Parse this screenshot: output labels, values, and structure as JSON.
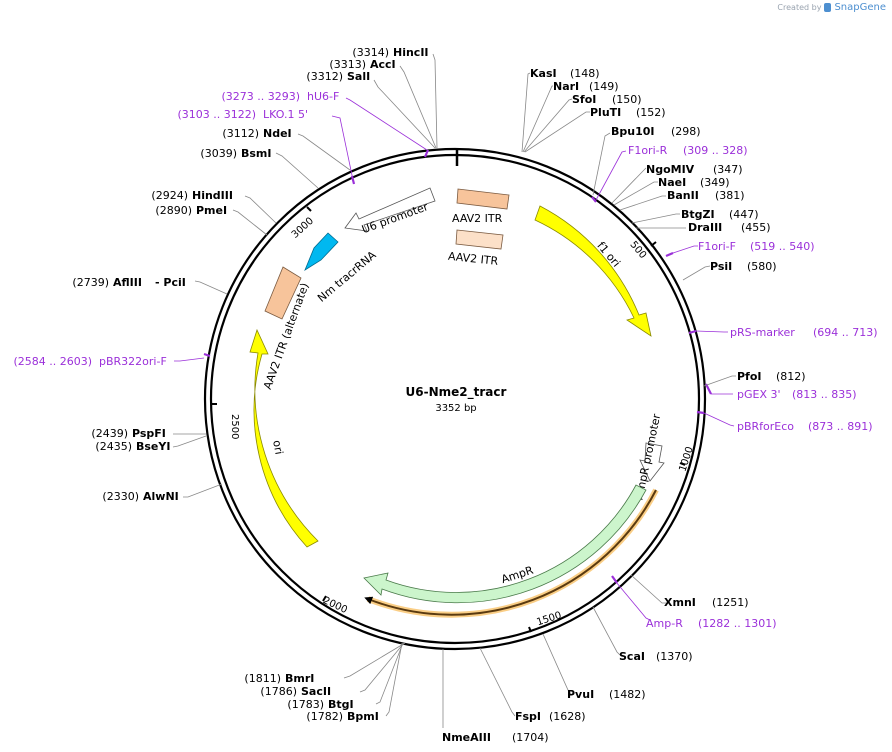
{
  "credit": {
    "created_by": "Created by",
    "brand": "SnapGene"
  },
  "plasmid": {
    "name": "U6-Nme2_tracr",
    "length": "3352 bp",
    "size_bp": 3352
  },
  "ticks": [
    "500",
    "1000",
    "1500",
    "2000",
    "2500",
    "3000"
  ],
  "features": [
    {
      "label": "AAV2 ITR",
      "start": 1,
      "end": 141,
      "type": "repeat",
      "color": "#f7c49b"
    },
    {
      "label": "AAV2 ITR",
      "start": 1,
      "end": 130,
      "type": "repeat",
      "color": "#fce0c8"
    },
    {
      "label": "f1 ori",
      "start": 200,
      "end": 655,
      "type": "rep_origin",
      "color": "#ffff00"
    },
    {
      "label": "AmpR promoter",
      "start": 937,
      "end": 1041,
      "type": "promoter",
      "color": "#ffffff"
    },
    {
      "label": "AmpR",
      "start": 1042,
      "end": 1902,
      "type": "cds",
      "color": "#ccf5cc"
    },
    {
      "label": "ori",
      "start": 2073,
      "end": 2661,
      "type": "rep_origin",
      "color": "#ffff00"
    },
    {
      "label": "AAV2 ITR (alternate)",
      "start": 2712,
      "end": 2852,
      "type": "repeat",
      "color": "#f7c49b"
    },
    {
      "label": "Nm tracrRNA",
      "start": 2991,
      "end": 3090,
      "type": "misc_rna",
      "color": "#00b8f0"
    },
    {
      "label": "U6 promoter",
      "start": 3102,
      "end": 3342,
      "type": "promoter",
      "color": "#ffffff"
    }
  ],
  "sites": [
    {
      "name": "HincII",
      "pos": "(3314)"
    },
    {
      "name": "AccI",
      "pos": "(3313)"
    },
    {
      "name": "SalI",
      "pos": "(3312)"
    },
    {
      "name": "hU6-F",
      "pos": "(3273 .. 3293)",
      "primer": true
    },
    {
      "name": "LKO.1 5'",
      "pos": "(3103 .. 3122)",
      "primer": true
    },
    {
      "name": "NdeI",
      "pos": "(3112)"
    },
    {
      "name": "BsmI",
      "pos": "(3039)"
    },
    {
      "name": "HindIII",
      "pos": "(2924)"
    },
    {
      "name": "PmeI",
      "pos": "(2890)"
    },
    {
      "name": "AflIII",
      "pos": "(2739)",
      "suffix": "- PciI"
    },
    {
      "name": "pBR322ori-F",
      "pos": "(2584 .. 2603)",
      "primer": true
    },
    {
      "name": "PspFI",
      "pos": "(2439)"
    },
    {
      "name": "BseYI",
      "pos": "(2435)"
    },
    {
      "name": "AlwNI",
      "pos": "(2330)"
    },
    {
      "name": "BmrI",
      "pos": "(1811)"
    },
    {
      "name": "SacII",
      "pos": "(1786)"
    },
    {
      "name": "BtgI",
      "pos": "(1783)"
    },
    {
      "name": "BpmI",
      "pos": "(1782)"
    },
    {
      "name": "NmeAIII",
      "pos": "(1704)"
    },
    {
      "name": "FspI",
      "pos": "(1628)"
    },
    {
      "name": "PvuI",
      "pos": "(1482)"
    },
    {
      "name": "ScaI",
      "pos": "(1370)"
    },
    {
      "name": "Amp-R",
      "pos": "(1282 .. 1301)",
      "primer": true
    },
    {
      "name": "XmnI",
      "pos": "(1251)"
    },
    {
      "name": "pBRforEco",
      "pos": "(873 .. 891)",
      "primer": true
    },
    {
      "name": "pGEX 3'",
      "pos": "(813 .. 835)",
      "primer": true
    },
    {
      "name": "PfoI",
      "pos": "(812)"
    },
    {
      "name": "pRS-marker",
      "pos": "(694 .. 713)",
      "primer": true
    },
    {
      "name": "PsiI",
      "pos": "(580)"
    },
    {
      "name": "F1ori-F",
      "pos": "(519 .. 540)",
      "primer": true
    },
    {
      "name": "DraIII",
      "pos": "(455)"
    },
    {
      "name": "BtgZI",
      "pos": "(447)"
    },
    {
      "name": "BanII",
      "pos": "(381)"
    },
    {
      "name": "NaeI",
      "pos": "(349)"
    },
    {
      "name": "NgoMIV",
      "pos": "(347)"
    },
    {
      "name": "F1ori-R",
      "pos": "(309 .. 328)",
      "primer": true
    },
    {
      "name": "Bpu10I",
      "pos": "(298)"
    },
    {
      "name": "PluTI",
      "pos": "(152)"
    },
    {
      "name": "SfoI",
      "pos": "(150)"
    },
    {
      "name": "NarI",
      "pos": "(149)"
    },
    {
      "name": "KasI",
      "pos": "(148)"
    }
  ],
  "colors": {
    "primer": "#9b30d9",
    "backbone": "#000000",
    "highlight": "#f5a623"
  }
}
